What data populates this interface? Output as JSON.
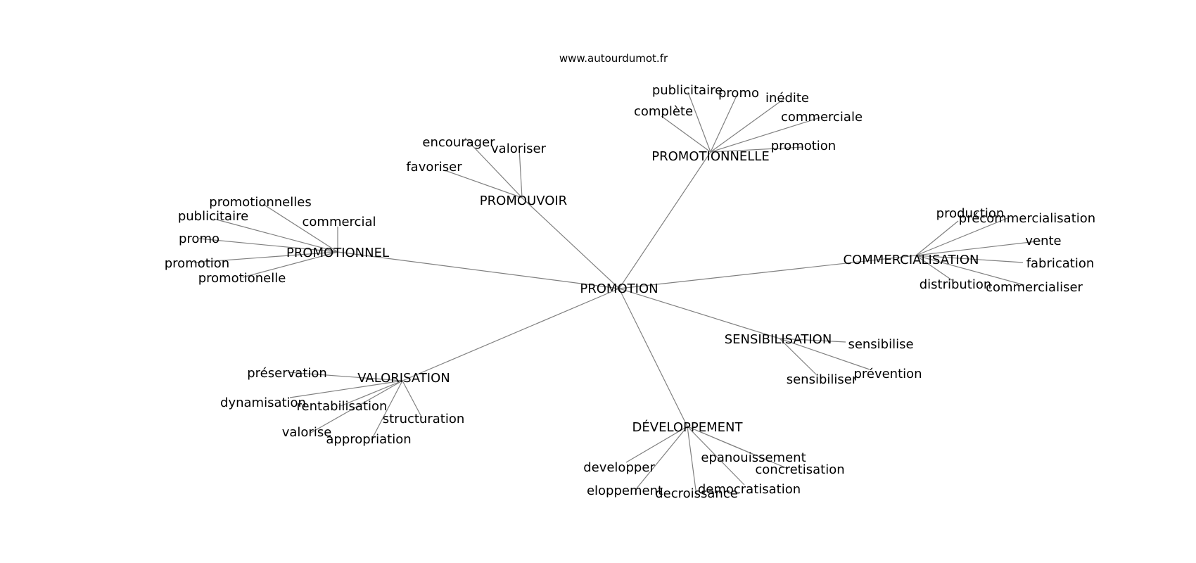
{
  "source": "www.autourdumot.fr",
  "center": "PROMOTION",
  "hubs": [
    {
      "id": "promotionnelle",
      "label": "PROMOTIONNELLE",
      "leaves": [
        "publicitaire",
        "promo",
        "inédite",
        "complète",
        "commerciale",
        "promotion"
      ]
    },
    {
      "id": "promouvoir",
      "label": "PROMOUVOIR",
      "leaves": [
        "encourager",
        "valoriser",
        "favoriser"
      ]
    },
    {
      "id": "promotionnel",
      "label": "PROMOTIONNEL",
      "leaves": [
        "promotionnelles",
        "publicitaire",
        "commercial",
        "promo",
        "promotion",
        "promotionelle"
      ]
    },
    {
      "id": "commercialisation",
      "label": "COMMERCIALISATION",
      "leaves": [
        "production",
        "précommercialisation",
        "vente",
        "fabrication",
        "distribution",
        "commercialiser"
      ]
    },
    {
      "id": "sensibilisation",
      "label": "SENSIBILISATION",
      "leaves": [
        "sensibilise",
        "prévention",
        "sensibiliser"
      ]
    },
    {
      "id": "valorisation",
      "label": "VALORISATION",
      "leaves": [
        "préservation",
        "dynamisation",
        "rentabilisation",
        "structuration",
        "valorise",
        "appropriation"
      ]
    },
    {
      "id": "developpement",
      "label": "DÉVELOPPEMENT",
      "leaves": [
        "epanouissement",
        "developper",
        "concretisation",
        "democratisation",
        "eloppement",
        "decroissance"
      ]
    }
  ]
}
